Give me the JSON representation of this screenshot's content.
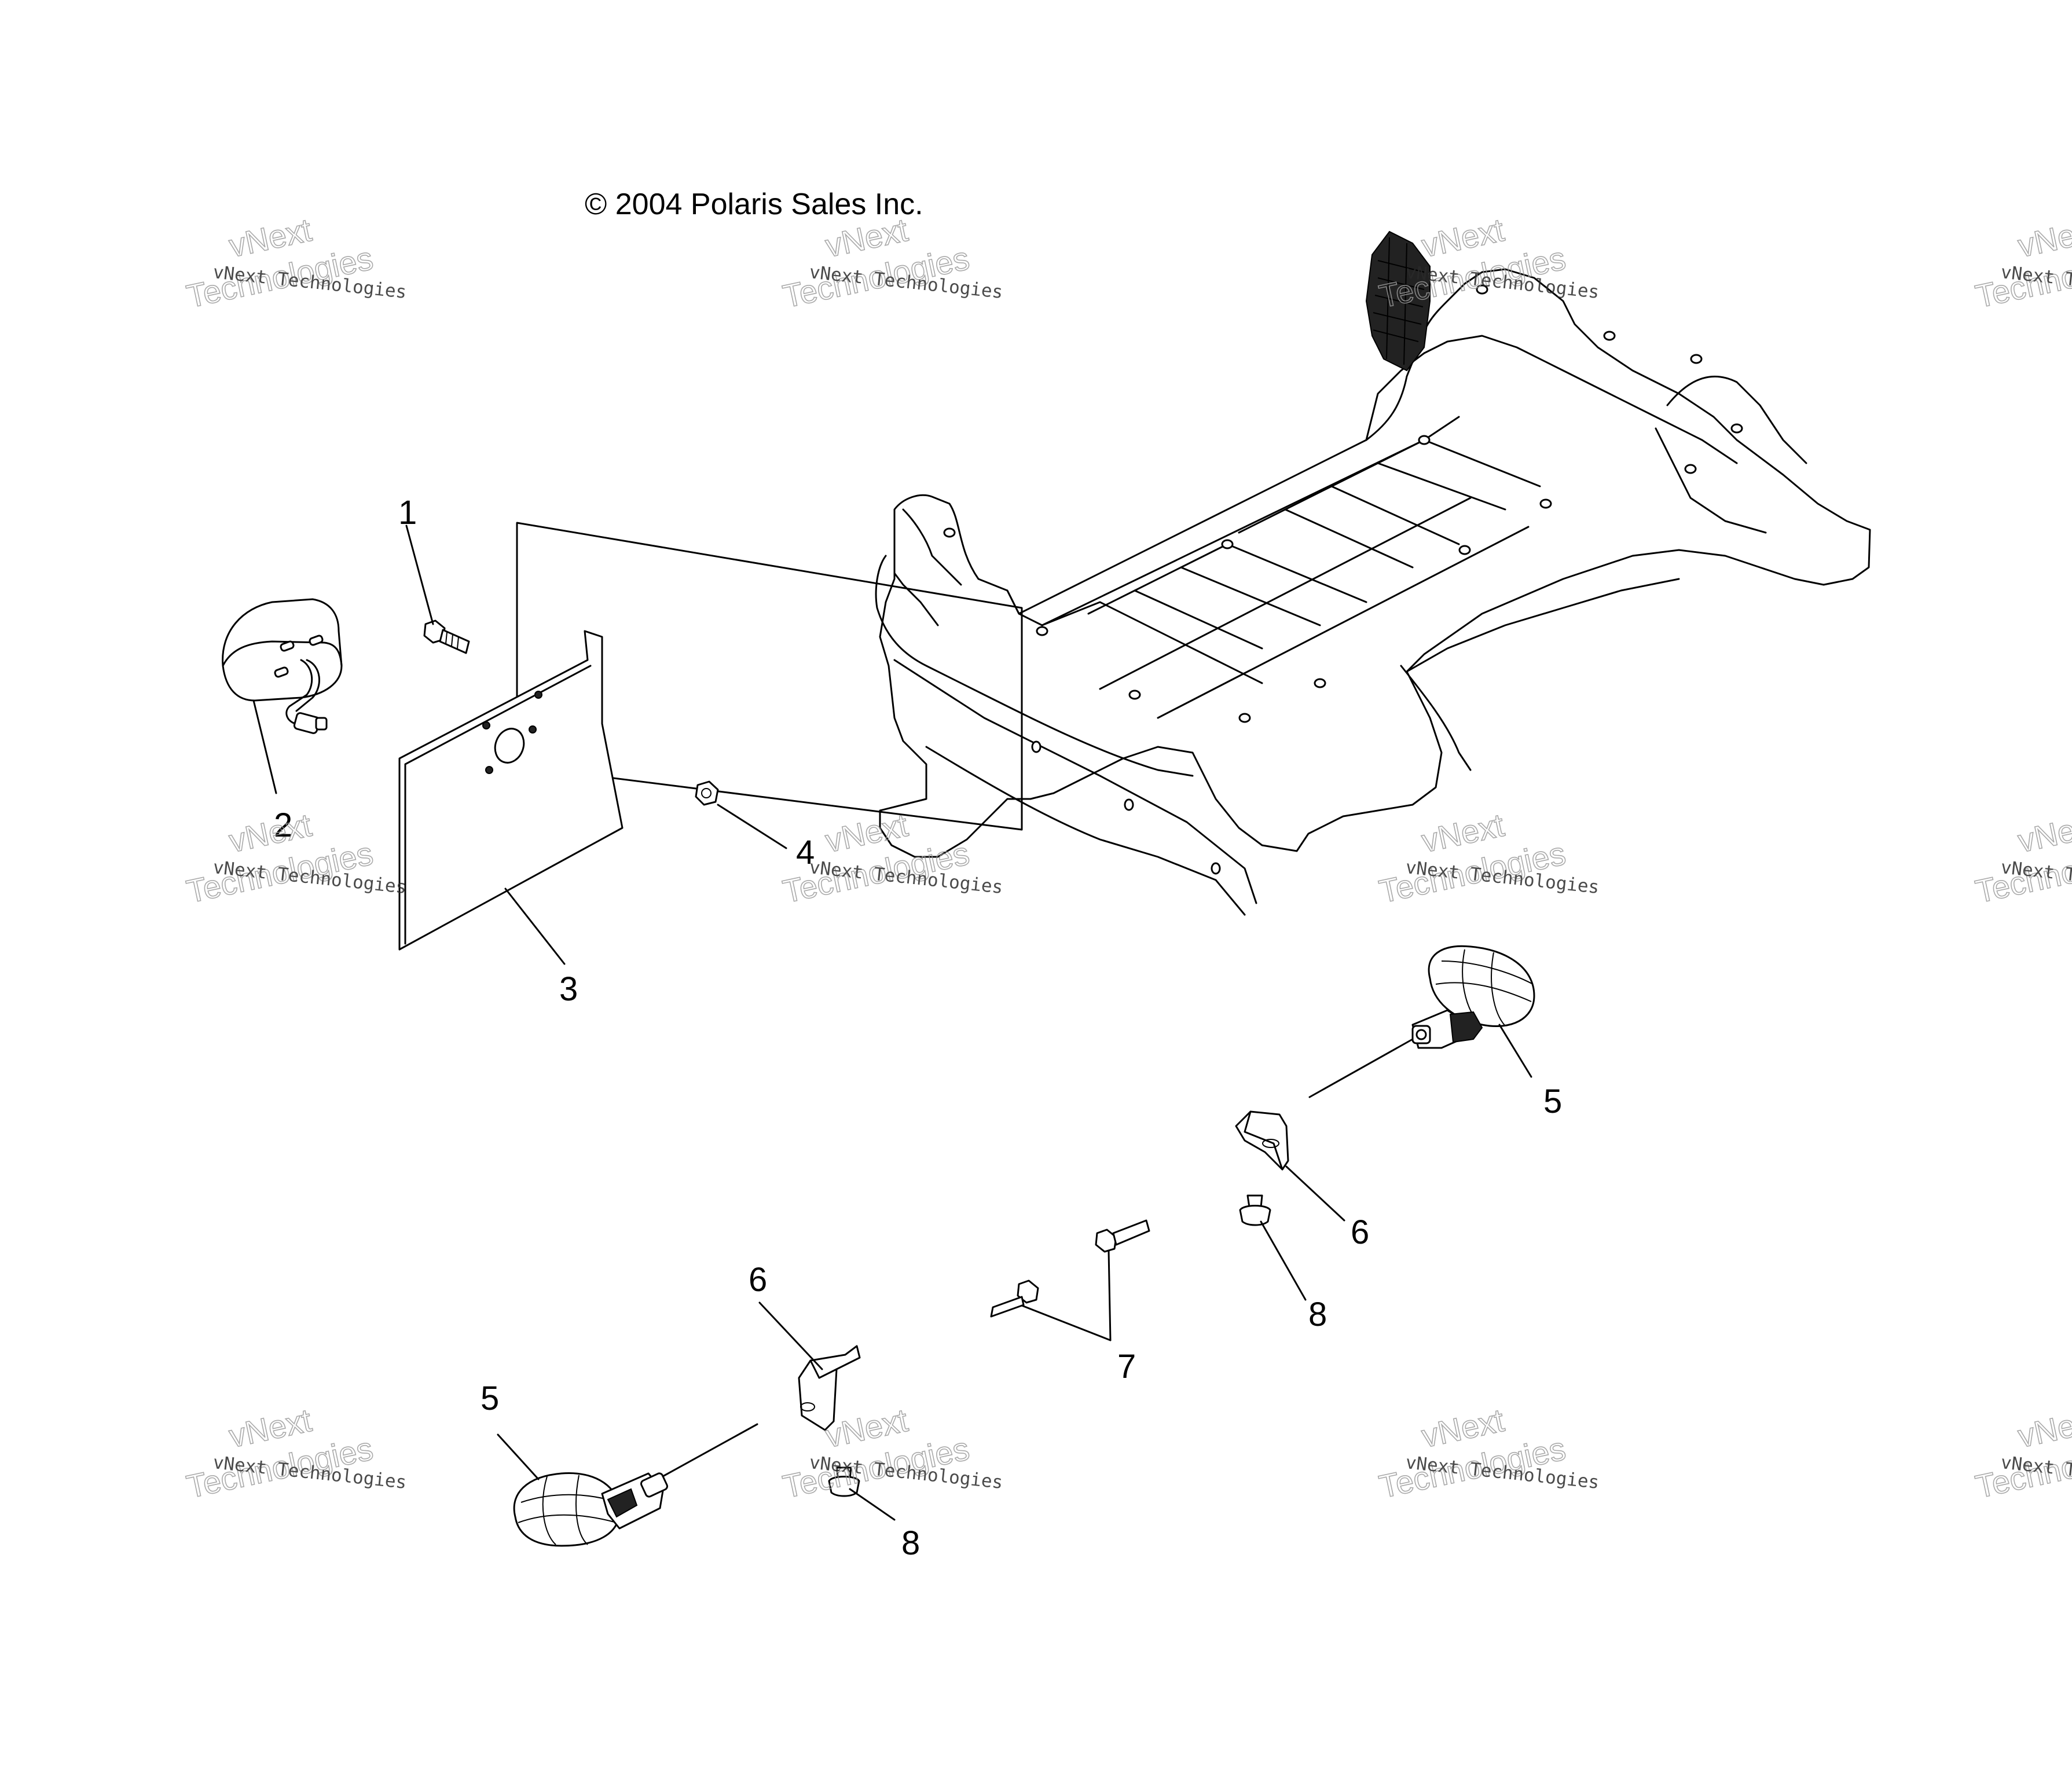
{
  "copyright": "© 2004 Polaris Sales Inc.",
  "watermark": {
    "line_small": "vNext Technologies",
    "line_big_1": "vNext",
    "line_big_2": "Technologies"
  },
  "callouts": [
    {
      "id": "c1",
      "label": "1"
    },
    {
      "id": "c2",
      "label": "2"
    },
    {
      "id": "c3",
      "label": "3"
    },
    {
      "id": "c4",
      "label": "4"
    },
    {
      "id": "c5a",
      "label": "5"
    },
    {
      "id": "c6a",
      "label": "6"
    },
    {
      "id": "c8a",
      "label": "8"
    },
    {
      "id": "c6b",
      "label": "6"
    },
    {
      "id": "c7",
      "label": "7"
    },
    {
      "id": "c5b",
      "label": "5"
    },
    {
      "id": "c8b",
      "label": "8"
    }
  ],
  "colors": {
    "line": "#000000",
    "background": "#ffffff",
    "watermark": "#9a9a9a"
  }
}
